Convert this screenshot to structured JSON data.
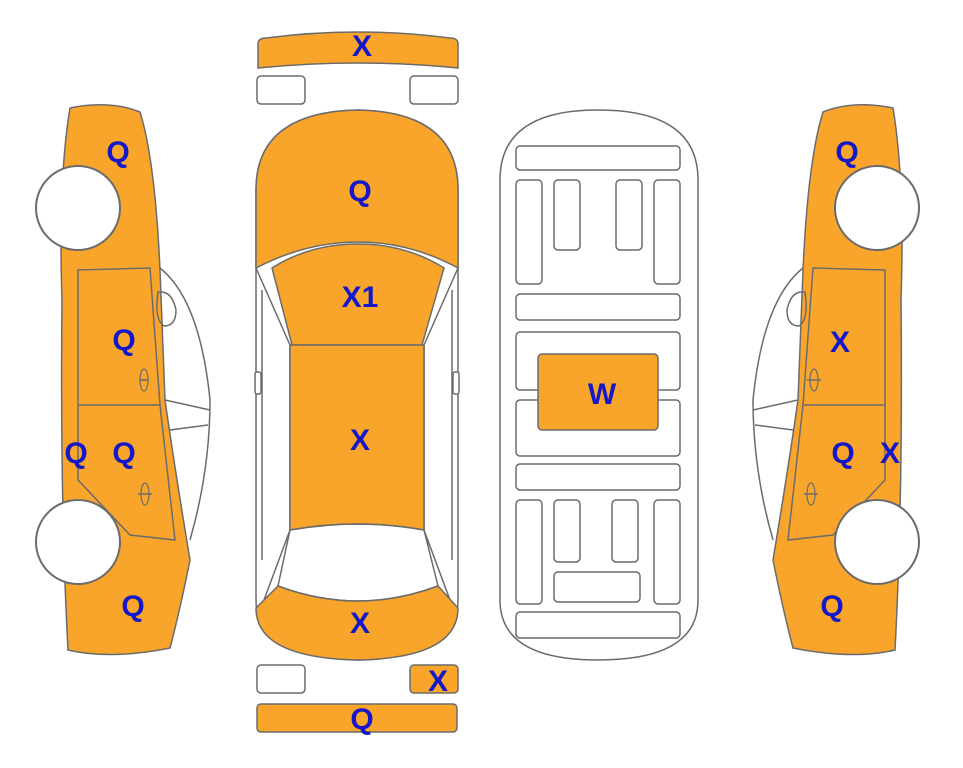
{
  "colors": {
    "damaged": "#f9a52b",
    "label": "#1418c8",
    "outline": "#6b6b6b",
    "clean": "#ffffff"
  },
  "labels": {
    "top_bumper_strip": "X",
    "top_hood": "Q",
    "top_windshield": "X1",
    "top_roof": "X",
    "top_trunk": "X",
    "rear_reflector_right": "X",
    "rear_bumper_strip": "Q",
    "underbody_center": "W",
    "left_front_fender": "Q",
    "left_front_door": "Q",
    "left_rocker": "Q",
    "left_rear_door": "Q",
    "left_rear_quarter": "Q",
    "right_front_fender": "Q",
    "right_front_door": "X",
    "right_rear_door": "Q",
    "right_rocker": "X",
    "right_rear_quarter": "Q"
  }
}
